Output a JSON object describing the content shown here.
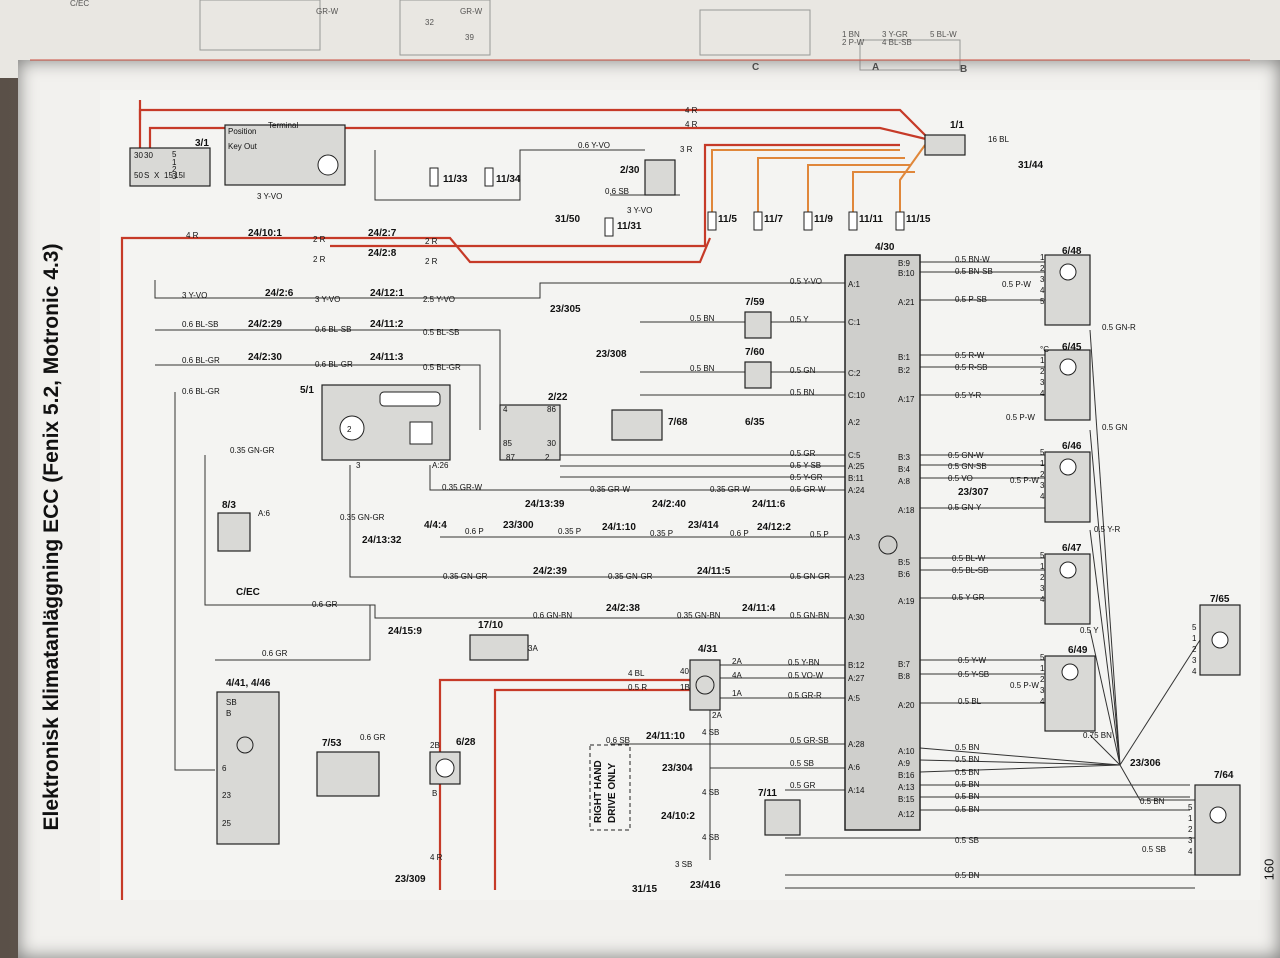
{
  "document": {
    "title": "Elektronisk klimatanläggning ECC (Fenix 5.2, Motronic 4.3)",
    "page_number": "160",
    "side_note_line1": "RIGHT HAND",
    "side_note_line2": "DRIVE ONLY"
  },
  "top_page": {
    "labels": [
      "C/EC",
      "GR-W",
      "GR-W",
      "32",
      "39",
      "1 BN",
      "2 P-W",
      "3 Y-GR",
      "4 BL-SB",
      "5 BL-W",
      "C",
      "A",
      "B"
    ]
  },
  "components": [
    {
      "id": "c-3-1",
      "ref": "3/1"
    },
    {
      "id": "c-1-1",
      "ref": "1/1"
    },
    {
      "id": "c-31-44",
      "ref": "31/44"
    },
    {
      "id": "c-11-33",
      "ref": "11/33"
    },
    {
      "id": "c-11-34",
      "ref": "11/34"
    },
    {
      "id": "c-2-30",
      "ref": "2/30"
    },
    {
      "id": "c-31-50",
      "ref": "31/50"
    },
    {
      "id": "c-11-31",
      "ref": "11/31"
    },
    {
      "id": "c-11-5",
      "ref": "11/5"
    },
    {
      "id": "c-11-7",
      "ref": "11/7"
    },
    {
      "id": "c-11-9",
      "ref": "11/9"
    },
    {
      "id": "c-11-11",
      "ref": "11/11"
    },
    {
      "id": "c-11-15",
      "ref": "11/15"
    },
    {
      "id": "c-4-30",
      "ref": "4/30"
    },
    {
      "id": "c-6-48",
      "ref": "6/48"
    },
    {
      "id": "c-6-45",
      "ref": "6/45"
    },
    {
      "id": "c-6-46",
      "ref": "6/46"
    },
    {
      "id": "c-6-47",
      "ref": "6/47"
    },
    {
      "id": "c-6-49",
      "ref": "6/49"
    },
    {
      "id": "c-7-65",
      "ref": "7/65"
    },
    {
      "id": "c-7-64",
      "ref": "7/64"
    },
    {
      "id": "c-23-306",
      "ref": "23/306"
    },
    {
      "id": "c-23-307",
      "ref": "23/307"
    },
    {
      "id": "c-7-59",
      "ref": "7/59"
    },
    {
      "id": "c-7-60",
      "ref": "7/60"
    },
    {
      "id": "c-23-305",
      "ref": "23/305"
    },
    {
      "id": "c-23-308",
      "ref": "23/308"
    },
    {
      "id": "c-7-68",
      "ref": "7/68"
    },
    {
      "id": "c-6-35",
      "ref": "6/35"
    },
    {
      "id": "c-2-22",
      "ref": "2/22"
    },
    {
      "id": "c-5-1",
      "ref": "5/1"
    },
    {
      "id": "c-8-3",
      "ref": "8/3"
    },
    {
      "id": "c-c-ec",
      "ref": "C/EC"
    },
    {
      "id": "c-4-41",
      "ref": "4/41, 4/46"
    },
    {
      "id": "c-7-53",
      "ref": "7/53"
    },
    {
      "id": "c-6-28",
      "ref": "6/28"
    },
    {
      "id": "c-17-10",
      "ref": "17/10"
    },
    {
      "id": "c-4-31",
      "ref": "4/31"
    },
    {
      "id": "c-23-304",
      "ref": "23/304"
    },
    {
      "id": "c-7-11",
      "ref": "7/11"
    },
    {
      "id": "c-24-10-2",
      "ref": "24/10:2"
    },
    {
      "id": "c-31-15",
      "ref": "31/15"
    },
    {
      "id": "c-23-416",
      "ref": "23/416"
    },
    {
      "id": "c-23-309",
      "ref": "23/309"
    },
    {
      "id": "c-4-4-4",
      "ref": "4/4:4"
    },
    {
      "id": "c-23-300",
      "ref": "23/300"
    }
  ],
  "connectors": [
    "24/10:1",
    "24/2:7",
    "24/2:8",
    "24/2:6",
    "24/12:1",
    "24/2:29",
    "24/11:2",
    "24/2:30",
    "24/11:3",
    "24/13:39",
    "24/2:40",
    "24/11:6",
    "24/13:32",
    "24/1:10",
    "23/414",
    "24/12:2",
    "24/2:39",
    "24/11:5",
    "24/15:9",
    "24/2:38",
    "24/11:4",
    "24/11:10"
  ],
  "wire_labels": [
    "4 R",
    "4 R",
    "3 R",
    "16 BL",
    "0.6 Y-VO",
    "0.6 SB",
    "3 Y-VO",
    "3 Y-VO",
    "4 R",
    "2 R",
    "2 R",
    "2 R",
    "2 R",
    "0.5 Y-VO",
    "3 Y-VO",
    "3 Y-VO",
    "2.5 Y-VO",
    "0.6 BL-SB",
    "0.6 BL-SB",
    "0.5 BL-SB",
    "0.6 BL-GR",
    "0.6 BL-GR",
    "0.5 BL-GR",
    "0.6 BL-GR",
    "0.5 BN",
    "0.5 Y",
    "0.5 BN",
    "0.5 GN",
    "0.5 BN",
    "0.35 GN-GR",
    "0.35 GN-GR",
    "0.5 GR",
    "0.5 Y-SB",
    "0.5 Y-GR",
    "0.5 GR-W",
    "0.35 GR-W",
    "0.35 GR-W",
    "0.35 GR-W",
    "0.6 P",
    "0.35 P",
    "0.35 P",
    "0.6 P",
    "0.5 P",
    "0.35 GN-GR",
    "0.35 GN-GR",
    "0.5 GN-GR",
    "0.6 GR",
    "0.6 GN-BN",
    "0.35 GN-BN",
    "0.5 GN-BN",
    "0.6 GR",
    "4 BL",
    "0.5 R",
    "0.5 Y-BN",
    "0.5 VO-W",
    "0.5 GR-R",
    "0.6 SB",
    "0.5 GR-SB",
    "0.5 SB",
    "0.5 GR",
    "4 SB",
    "4 SB",
    "4 SB",
    "3 SB",
    "4 R",
    "0.6 GR",
    "0.5 BN-W",
    "0.5 BN-SB",
    "0.5 P-SB",
    "0.5 P-W",
    "0.5 R-W",
    "0.5 R-SB",
    "0.5 Y-R",
    "0.5 P-W",
    "0.5 GN-W",
    "0.5 GN-SB",
    "0.5 VO",
    "0.5 P-W",
    "0.5 GN-Y",
    "0.5 BL-W",
    "0.5 BL-SB",
    "0.5 Y-GR",
    "0.5 Y-W",
    "0.5 Y-SB",
    "0.5 P-W",
    "0.5 BL",
    "0.5 BN",
    "0.5 BN",
    "0.5 BN",
    "0.5 BN",
    "0.5 BN",
    "0.5 BN",
    "0.5 GN-R",
    "0.5 GN",
    "0.5 Y-R",
    "0.5 Y",
    "0.75 BN",
    "0.5 BN",
    "0.5 SB",
    "0.5 SB",
    "0.5 BN"
  ],
  "ecu_pins_left": [
    "A:1",
    "C:1",
    "C:2",
    "C:10",
    "A:2",
    "C:5",
    "A:25",
    "B:11",
    "A:24",
    "A:3",
    "A:23",
    "A:30",
    "B:12",
    "A:27",
    "A:5",
    "A:28",
    "A:6",
    "A:14"
  ],
  "ecu_pins_right": [
    "B:9",
    "B:10",
    "A:21",
    "B:1",
    "B:2",
    "A:17",
    "B:3",
    "B:4",
    "A:8",
    "A:18",
    "B:5",
    "B:6",
    "A:19",
    "B:7",
    "B:8",
    "A:20",
    "A:10",
    "A:9",
    "B:16",
    "A:13",
    "B:15",
    "A:12"
  ],
  "misc_labels": [
    "Position",
    "Terminal",
    "Key Out",
    "50",
    "S",
    "X",
    "15",
    "15I",
    "30",
    "30",
    "5",
    "1",
    "2",
    "3",
    "4",
    "85",
    "86",
    "30",
    "87",
    "2",
    "3",
    "A:26",
    "A:6",
    "SB",
    "B",
    "6",
    "23",
    "25",
    "40",
    "1B",
    "2A",
    "4A",
    "1A",
    "2A",
    "3A",
    "2B",
    "B",
    "2",
    "1",
    "2",
    "3",
    "4",
    "5",
    "°C",
    "1",
    "2",
    "3",
    "4",
    "5",
    "1",
    "2",
    "3",
    "4",
    "5",
    "1",
    "2",
    "3",
    "4",
    "5",
    "1",
    "2",
    "3",
    "4",
    "5",
    "1",
    "2",
    "3",
    "4",
    "5",
    "1",
    "2",
    "3",
    "4",
    "5",
    "1",
    "2",
    "3",
    "4",
    "5"
  ]
}
